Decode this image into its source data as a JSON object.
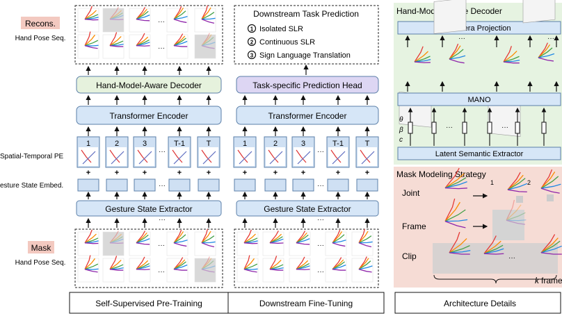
{
  "left": {
    "recons_label": "Recons.",
    "recons_sub": "Hand Pose Seq.",
    "mask_label": "Mask",
    "mask_sub": "Hand Pose Seq.",
    "st_pe_label": "Spatial-Temporal PE",
    "gs_embed_label": "esture State Embed.",
    "decoder_label": "Hand-Model-Aware Decoder",
    "encoder_label": "Transformer Encoder",
    "extractor_label": "Gesture State Extractor",
    "frame_labels": [
      "1",
      "2",
      "3",
      "T-1",
      "T"
    ],
    "plus": "+",
    "dots": "···"
  },
  "middle": {
    "task_title": "Downstream Task Prediction",
    "tasks": [
      {
        "num": "1",
        "label": "Isolated SLR"
      },
      {
        "num": "2",
        "label": "Continuous SLR"
      },
      {
        "num": "3",
        "label": "Sign Language Translation"
      }
    ],
    "head_label": "Task-specific Prediction Head",
    "encoder_label": "Transformer Encoder",
    "extractor_label": "Gesture State Extractor",
    "frame_labels": [
      "1",
      "2",
      "3",
      "T-1",
      "T"
    ]
  },
  "right": {
    "decoder_title": "Hand-Model-Aware Decoder",
    "camera_label": "Camera Projection",
    "mano_label": "MANO",
    "latent_label": "Latent Semantic Extractor",
    "theta": "θ",
    "beta": "β",
    "c": "c",
    "mask_title": "Mask Modeling Strategy",
    "joint_label": "Joint",
    "frame_label": "Frame",
    "clip_label": "Clip",
    "k_frames": "k frames",
    "num1": "1",
    "num2": "2"
  },
  "footer": {
    "pretraining": "Self-Supervised Pre-Training",
    "finetuning": "Downstream Fine-Tuning",
    "architecture": "Architecture Details"
  },
  "colors": {
    "box_blue": "#d6e6f7",
    "box_stroke": "#5b7fa8",
    "decoder_green": "#e6f2dd",
    "head_purple": "#ddd6f3",
    "panel_green": "#e6f3e1",
    "panel_pink": "#f6dcd5",
    "label_pink": "#f3c9c0",
    "token_blue": "#cfe0f3"
  }
}
